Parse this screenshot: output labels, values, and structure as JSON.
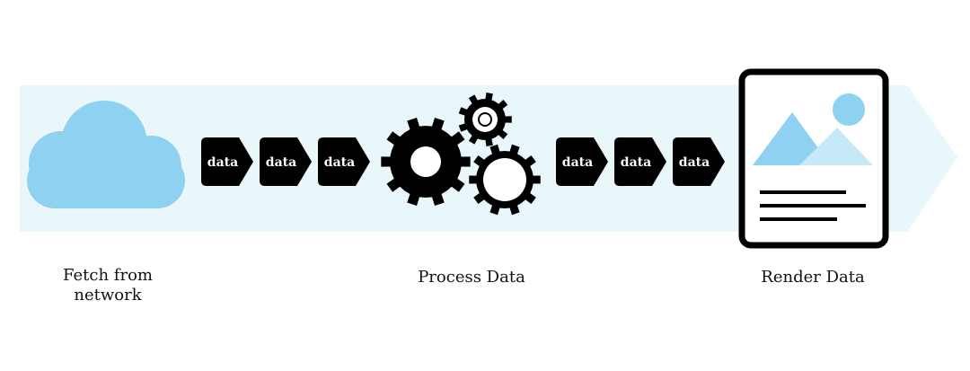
{
  "colors": {
    "band": "#e9f6fa",
    "cloud": "#8ed1f0",
    "gear": "#000000",
    "packet": "#000000",
    "mountain_back": "#8ed1f0",
    "mountain_front": "#c5e9f7",
    "sun": "#8ed1f0"
  },
  "packet_label": "data",
  "steps": {
    "fetch": {
      "label": "Fetch from network",
      "icon": "cloud-icon"
    },
    "process": {
      "label": "Process Data",
      "icon": "gears-icon"
    },
    "render": {
      "label": "Render Data",
      "icon": "document-icon"
    }
  }
}
